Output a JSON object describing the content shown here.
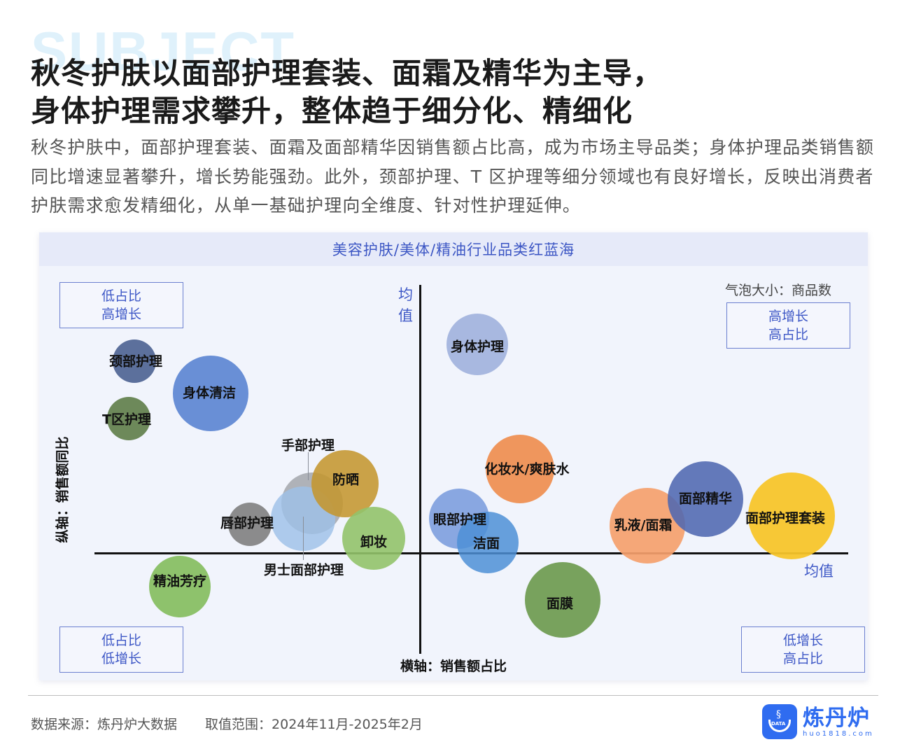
{
  "watermark": "SUBJECT",
  "title": {
    "line1": "秋冬护肤以面部护理套装、面霜及精华为主导，",
    "line2": "身体护理需求攀升，整体趋于细分化、精细化"
  },
  "description": "秋冬护肤中，面部护理套装、面霜及面部精华因销售额占比高，成为市场主导品类；身体护理品类销售额同比增速显著攀升，增长势能强劲。此外，颈部护理、T 区护理等细分领域也有良好增长，反映出消费者护肤需求愈发精细化，从单一基础护理向全维度、针对性护理延伸。",
  "chart": {
    "header": "美容护肤/美体/精油行业品类红蓝海",
    "bubble_size_note": "气泡大小：商品数",
    "x_axis_title": "横轴：销售额占比",
    "y_axis_title": "纵轴：销售额同比",
    "mean_label_y": "均值",
    "mean_label_x": "均值",
    "quadrants": {
      "top_left": [
        "低占比",
        "高增长"
      ],
      "top_right": [
        "高增长",
        "高占比"
      ],
      "bottom_left": [
        "低占比",
        "低增长"
      ],
      "bottom_right": [
        "低增长",
        "高占比"
      ]
    }
  },
  "chart_data": {
    "type": "scatter",
    "subtype": "bubble",
    "title": "美容护肤/美体/精油行业品类红蓝海",
    "xlabel": "横轴：销售额占比",
    "ylabel": "纵轴：销售额同比",
    "size_label": "气泡大小：商品数",
    "reference_lines": {
      "x": "均值",
      "y": "均值"
    },
    "notes": "Positions in relative units: x in [0,100] (50 ≈ horizontal mean line), y in [0,100] (50 ≈ vertical mean line). Sizes are bubble diameters in px as rendered. No numeric tick labels shown.",
    "points": [
      {
        "name": "颈部护理",
        "x": 6,
        "y": 92,
        "size": 62,
        "color": "#4f6494"
      },
      {
        "name": "身体清洁",
        "x": 15,
        "y": 85,
        "size": 108,
        "color": "#5d86d3"
      },
      {
        "name": "T区护理",
        "x": 5,
        "y": 80,
        "size": 62,
        "color": "#627f4c"
      },
      {
        "name": "身体护理",
        "x": 54,
        "y": 98,
        "size": 88,
        "color": "#a3b4de"
      },
      {
        "name": "手部护理",
        "x": 28,
        "y": 66,
        "size": 88,
        "color": "#a3a6ab"
      },
      {
        "name": "防晒",
        "x": 34,
        "y": 67,
        "size": 96,
        "color": "#c4962f"
      },
      {
        "name": "唇部护理",
        "x": 22,
        "y": 60,
        "size": 62,
        "color": "#7f7f7f"
      },
      {
        "name": "男士面部护理",
        "x": 27,
        "y": 58,
        "size": 92,
        "color": "#9ec1e8"
      },
      {
        "name": "卸妆",
        "x": 36,
        "y": 57,
        "size": 90,
        "color": "#92c36a"
      },
      {
        "name": "精油芳疗",
        "x": 11,
        "y": 44,
        "size": 88,
        "color": "#85bd5f"
      },
      {
        "name": "化妆水/爽肤水",
        "x": 59,
        "y": 75,
        "size": 98,
        "color": "#ef8d4f"
      },
      {
        "name": "眼部护理",
        "x": 52,
        "y": 62,
        "size": 86,
        "color": "#7d9ede"
      },
      {
        "name": "洁面",
        "x": 55,
        "y": 59,
        "size": 88,
        "color": "#4d8fd6"
      },
      {
        "name": "面膜",
        "x": 64,
        "y": 42,
        "size": 108,
        "color": "#6e9a4f"
      },
      {
        "name": "乳液/面霜",
        "x": 75,
        "y": 60,
        "size": 108,
        "color": "#f5a06c"
      },
      {
        "name": "面部精华",
        "x": 80,
        "y": 69,
        "size": 108,
        "color": "#4e68b0"
      },
      {
        "name": "面部护理套装",
        "x": 92,
        "y": 63,
        "size": 124,
        "color": "#f7c52b"
      }
    ]
  },
  "footer": {
    "source": "数据来源：炼丹炉大数据",
    "range": "取值范围：2024年11月-2025年2月"
  },
  "logo": {
    "name": "炼丹炉",
    "url": "huo1818.com",
    "icon_text": "DATA"
  },
  "colors": {
    "accent_blue": "#3d57c6",
    "card_bg": "#f1f4fc",
    "header_bg": "#e6eaf9",
    "brand_blue": "#2f6cf0"
  }
}
